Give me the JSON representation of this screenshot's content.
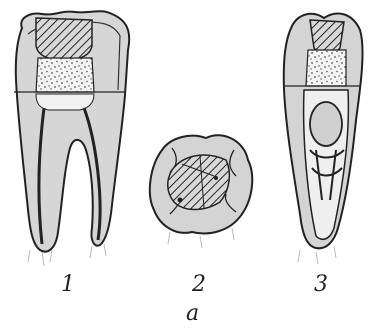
{
  "figure": {
    "labels": {
      "tooth_1": "1",
      "tooth_2": "2",
      "tooth_3": "3",
      "caption": "a"
    }
  }
}
